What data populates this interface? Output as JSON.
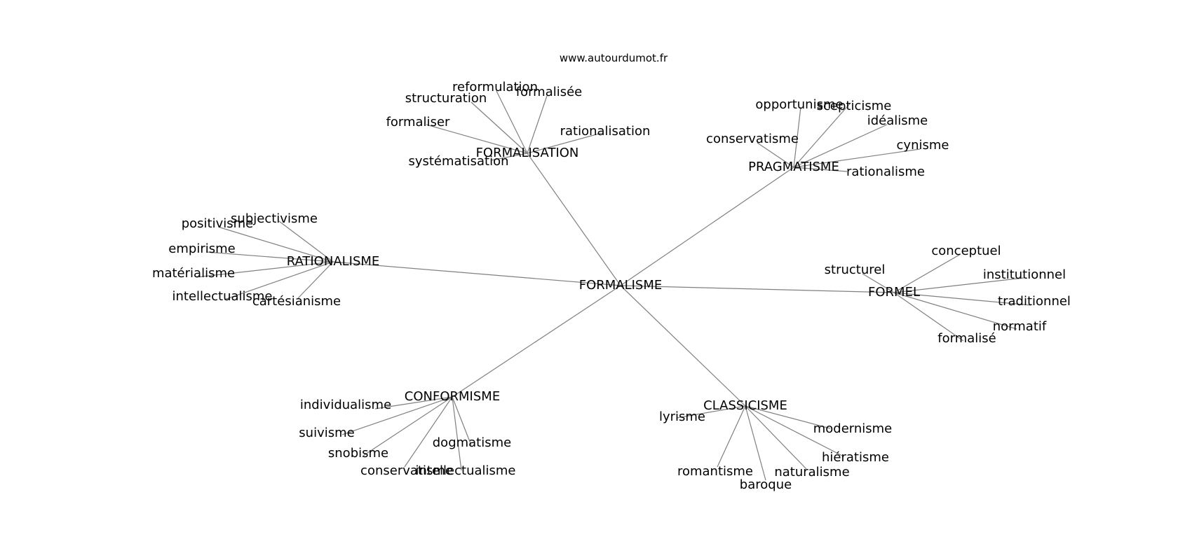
{
  "source_credit": "www.autourdumot.fr",
  "graph": {
    "center": "FORMALISME",
    "clusters": [
      {
        "hub": "FORMALISATION",
        "words": [
          "reformulation",
          "formalisée",
          "structuration",
          "formaliser",
          "rationalisation",
          "systématisation"
        ]
      },
      {
        "hub": "PRAGMATISME",
        "words": [
          "opportunisme",
          "scepticisme",
          "idéalisme",
          "conservatisme",
          "cynisme",
          "rationalisme"
        ]
      },
      {
        "hub": "RATIONALISME",
        "words": [
          "subjectivisme",
          "positivisme",
          "empirisme",
          "matérialisme",
          "intellectualisme",
          "cartésianisme"
        ]
      },
      {
        "hub": "FORMEL",
        "words": [
          "conceptuel",
          "structurel",
          "institutionnel",
          "traditionnel",
          "normatif",
          "formalisé"
        ]
      },
      {
        "hub": "CONFORMISME",
        "words": [
          "individualisme",
          "suivisme",
          "snobisme",
          "dogmatisme",
          "conservatisme",
          "intellectualisme"
        ]
      },
      {
        "hub": "CLASSICISME",
        "words": [
          "lyrisme",
          "modernisme",
          "hiératisme",
          "romantisme",
          "naturalisme",
          "baroque"
        ]
      }
    ]
  }
}
